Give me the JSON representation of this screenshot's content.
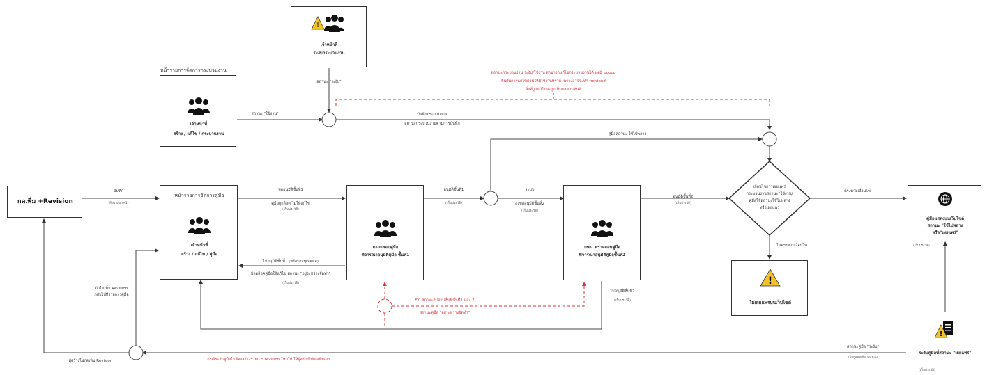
{
  "nodes": {
    "add_revision": {
      "label": "กดเพิ่ม +Revision"
    },
    "proc_mgmt": {
      "title": "หน้ารายการจัดการกระบวนงาน",
      "role": "เจ้าหน้าที่",
      "actions": "สร้าง / แก้ไข / กระบวนงาน"
    },
    "suspend_top": {
      "role": "เจ้าหน้าที่",
      "action": "ระงับกระบวนงาน"
    },
    "manual_mgmt": {
      "title": "หน้ารายการจัดการคู่มือ",
      "role": "เจ้าหน้าที่",
      "actions": "สร้าง / แก้ไข / คู่มือ"
    },
    "review1": {
      "line1": "ตรวจสอบคู่มือ",
      "line2": "พิจารณาอนุมัติคู่มือ ชั้นที่1"
    },
    "review2": {
      "line1": "กพร. ตรวจสอบคู่มือ",
      "line2": "พิจารณาอนุมัติคู่มือชั้นที่2"
    },
    "decision": {
      "line1": "เงื่อนไขการเผยแพร่",
      "line2": "กระบวนงานสถานะ 'ใช้งาน/",
      "line3": "คู่มือใช้สถานะใช้ไปพลาง",
      "line4": "หรือเผยแพร่"
    },
    "not_published": {
      "label": "ไม่เผยแพร่บนเว็บไซต์"
    },
    "published": {
      "line1": "คู่มือแสดงบนเว็บไซต์",
      "line2": "สถานะ \"ใช้ไปพลาง",
      "line3": "หรือ\"เผยแพร่\"",
      "note": "(เก็บประวัติ)"
    },
    "suspend_manual": {
      "label": "ระงับคู่มือที่สถานะ \"เผยแพร่\"",
      "note": "(เก็บประวัติ)"
    }
  },
  "edges": {
    "save": "บันทึก",
    "revision": "(Revision+1)",
    "status_active": "สถานะ \"ใช้งาน\"",
    "status_suspend": "สถานะ \"ระงับ\"",
    "save_proc1": "บันทึกกระบวนงาน",
    "save_proc2": "สถานะกระบวนงานตามการบันทึก",
    "manual_in_use": "คู่มือสถานะ ใช้ไปพลาง",
    "request1": "ขออนุมัติชั้นที่1",
    "request1b": "คู่มือถูกล็อค ไม่ให้แก้ไข",
    "request1c": "(เก็บประวัติ)",
    "approve1": "อนุมัติชั้นที่1",
    "approve1b": "(เก็บประวัติ)",
    "system1": "ระบบ",
    "system2": "ส่งขออนุมัติชั้นที่2",
    "system3": "(เก็บประวัติ)",
    "approve2": "อนุมัติชั้นที่2",
    "approve2b": "(เก็บประวัติ)",
    "pass": "ตรงตามเงื่อนไข",
    "fail": "ไม่ตรงตามเงื่อนไข",
    "reject1a": "ไม่อนุมัติชั้นที่1 (พร้อมระบุเหตุผล)",
    "reject1b": "ปลดล็อคคู่มือให้แก้ไข สถานะ \"อยู่ระหว่างจัดทำ\"",
    "reject1c": "(เก็บประวัติ)",
    "reject2a": "ไม่อนุมัติชั้นที่2",
    "reject2b": "(เก็บประวัติ)",
    "revision_back1": "ถ้าไม่เพิ่ม Revision",
    "revision_back2": "กลับไปที่รายการคู่มือ",
    "user_add_rev": "ผู้สร้างไม่กดเพิ่ม Revision",
    "suspend_status": "สถานะคู่มือ \"ระงับ\"",
    "suspend_note": "แผยกู่อจัดเก็บ archive"
  },
  "notes": {
    "top_red1": "สถานะกระบวนงาน ระงับ/ใช้งาน สามารถแก้ไขกระบวนงานได้ แต่มี popup",
    "top_red2": "ยืนยันการแก้ไขก่อนให้ผู้ใช้งานทราบ เพราะอาจจะทำ frontend",
    "top_red3": "สิ่งที่ถูกแก้ไขจะถูกเห็นผลตามทันที",
    "mid_red1": "FYI สถานะไม่ผ่านชั้นที่ชั้นที่1 และ 2",
    "mid_red2": "สถานะคู่มือ \"อยู่ระหว่างจัดทำ\"",
    "bottom_red": "กรณีระงับคู่มือไม่ต้องสร้างรายการ revision ใหม่ให้ ให้ผู้สร้างไปกดเพิ่มเอง"
  },
  "colors": {
    "line": "#333333",
    "red": "#d9343a",
    "warn": "#f2c12e"
  }
}
